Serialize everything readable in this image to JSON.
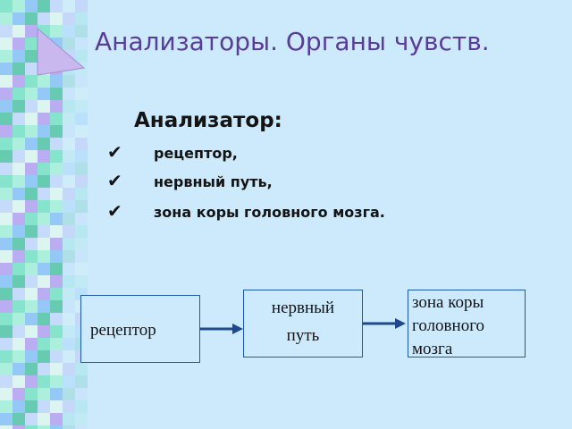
{
  "title": "Анализаторы. Органы чувств.",
  "subtitle": "Анализатор:",
  "bullets": [
    "рецептор,",
    "нервный путь,",
    "зона коры головного мозга."
  ],
  "check_glyph": "✔",
  "diagram": {
    "receptor": "рецептор",
    "path_line1": "нервный",
    "path_line2": "путь",
    "cortex_line1": "зона коры",
    "cortex_line2": "головного",
    "cortex_line3": "мозга"
  },
  "colors": {
    "background": "#cdeafd",
    "title": "#5a3c9a",
    "arrow": "#1e4a8c"
  }
}
